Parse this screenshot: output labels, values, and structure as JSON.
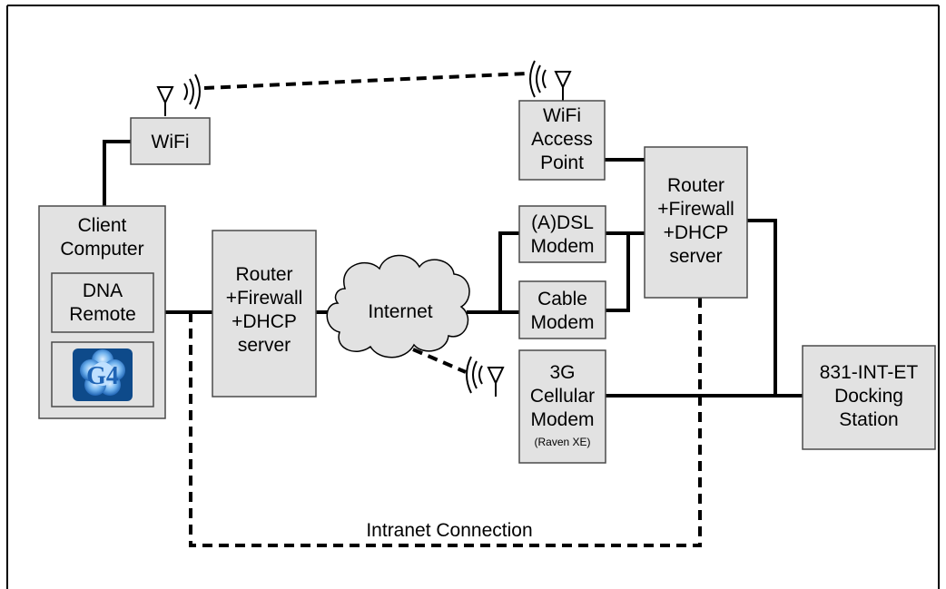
{
  "nodes": {
    "wifi_client": {
      "label": "WiFi"
    },
    "client_computer": {
      "line1": "Client",
      "line2": "Computer"
    },
    "dna_remote": {
      "line1": "DNA",
      "line2": "Remote"
    },
    "g4_logo": {
      "text": "G4"
    },
    "router_left": {
      "line1": "Router",
      "line2": "+Firewall",
      "line3": "+DHCP",
      "line4": "server"
    },
    "internet": {
      "label": "Internet"
    },
    "wifi_ap": {
      "line1": "WiFi",
      "line2": "Access",
      "line3": "Point"
    },
    "adsl_modem": {
      "line1": "(A)DSL",
      "line2": "Modem"
    },
    "cable_modem": {
      "line1": "Cable",
      "line2": "Modem"
    },
    "cellular_modem": {
      "line1": "3G",
      "line2": "Cellular",
      "line3": "Modem",
      "line4": "(Raven XE)"
    },
    "router_right": {
      "line1": "Router",
      "line2": "+Firewall",
      "line3": "+DHCP",
      "line4": "server"
    },
    "docking_station": {
      "line1": "831-INT-ET",
      "line2": "Docking",
      "line3": "Station"
    }
  },
  "connections": {
    "intranet_label": "Intranet Connection"
  },
  "colors": {
    "box_fill": "#e2e2e2",
    "box_stroke": "#4a4a4a",
    "line": "#000000",
    "logo_blue": "#1e63b4"
  }
}
